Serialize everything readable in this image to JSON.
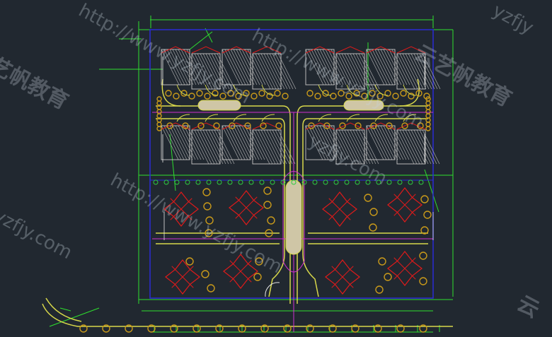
{
  "canvas": {
    "background": "#212830"
  },
  "colors": {
    "boundary": "#2a2ad6",
    "road": "#d8d84a",
    "centerline": "#d030d0",
    "dimension": "#2ee02e",
    "building_grey": "#b9b9b9",
    "building_red": "#e01a1a",
    "tree_gold": "#c99a1a",
    "white": "#e8e8e8"
  },
  "watermark": {
    "url": "http://www.yzfjy.com",
    "url_short": "yzfjy.com",
    "url_tail": "yzfjy",
    "brand_cn": "云艺帆教育",
    "brand_cn_part": "艺帆教育",
    "brand_cn_first": "云"
  }
}
